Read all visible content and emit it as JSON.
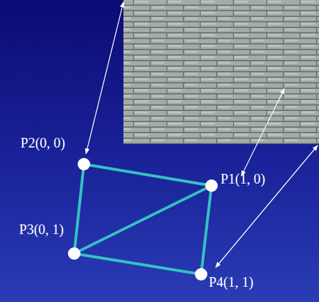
{
  "diagram": {
    "nodes": [
      {
        "text": [
          "P2(0, 0)"
        ]
      },
      {
        "text": [
          "P1(1, 0)"
        ]
      },
      {
        "text": [
          "P3(0, 1)"
        ]
      },
      {
        "text": [
          "P4(1, 1)"
        ]
      }
    ],
    "edges": [
      {
        "from": 0,
        "to": 1,
        "arrow": "none"
      },
      {
        "from": 1,
        "to": 3,
        "arrow": "none"
      },
      {
        "from": 3,
        "to": 2,
        "arrow": "none"
      },
      {
        "from": 2,
        "to": 0,
        "arrow": "none"
      },
      {
        "from": 2,
        "to": 1,
        "arrow": "none"
      }
    ]
  }
}
